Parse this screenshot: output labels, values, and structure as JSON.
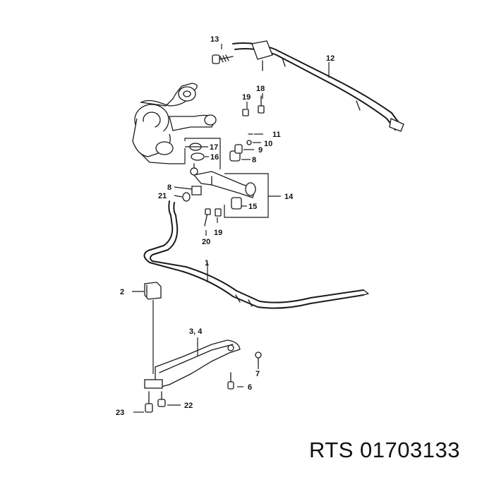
{
  "callouts": {
    "c1": "1",
    "c2": "2",
    "c3": "3, 4",
    "c6": "6",
    "c7": "7",
    "c8a": "8",
    "c8b": "8",
    "c9": "9",
    "c10": "10",
    "c11": "11",
    "c12": "12",
    "c13": "13",
    "c14": "14",
    "c15": "15",
    "c16": "16",
    "c17": "17",
    "c18": "18",
    "c19a": "19",
    "c19b": "19",
    "c20": "20",
    "c21": "21",
    "c22": "22",
    "c23": "23"
  },
  "caption": "RTS 01703133"
}
